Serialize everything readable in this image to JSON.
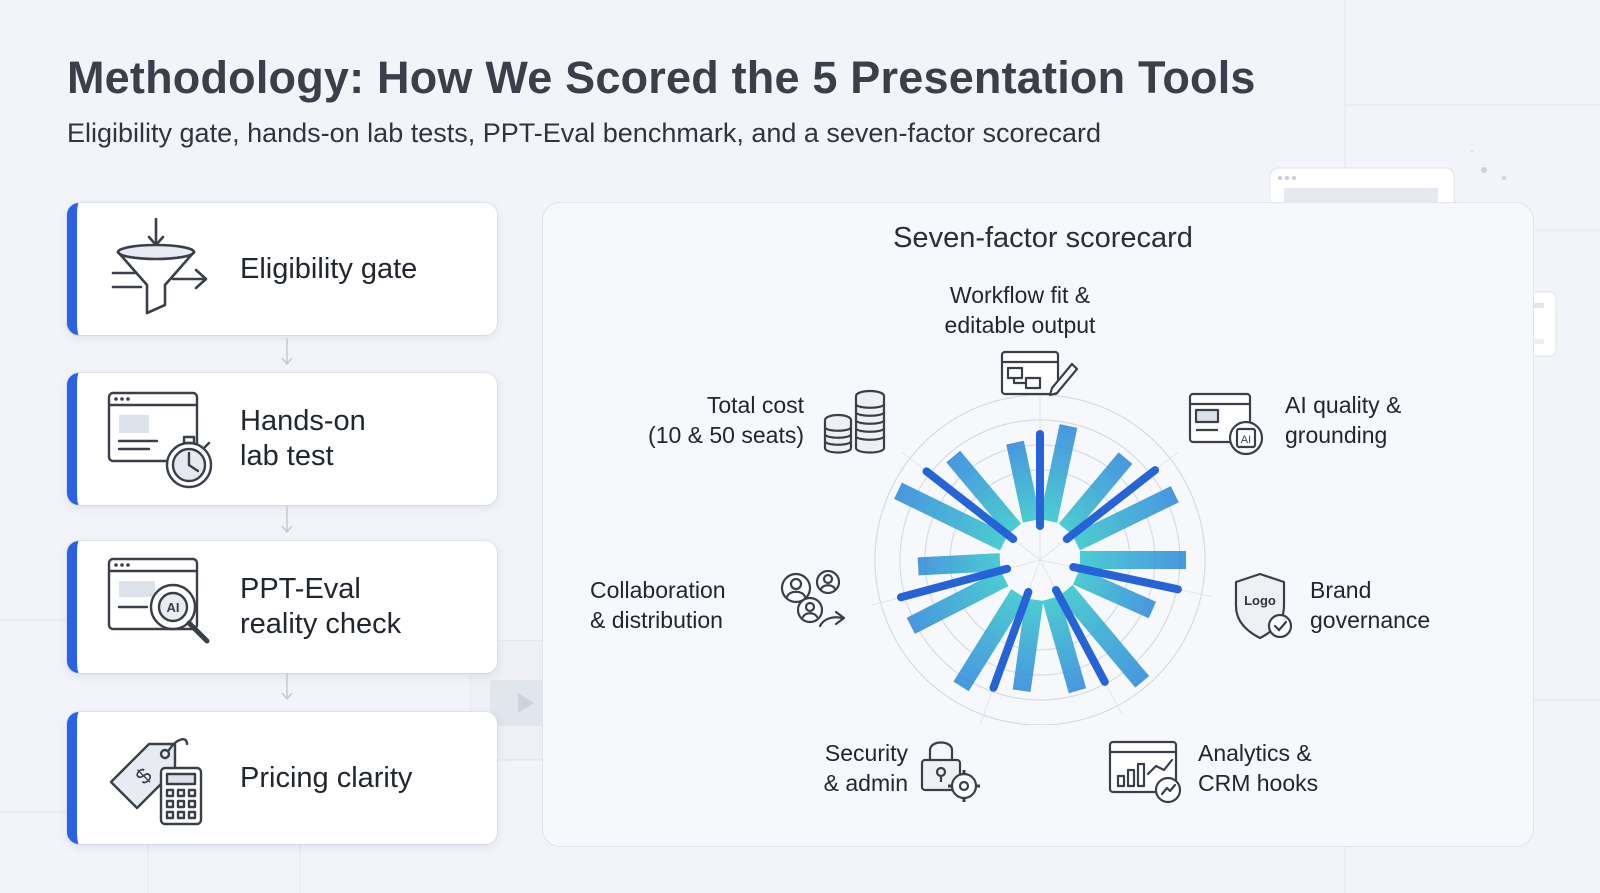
{
  "header": {
    "title": "Methodology: How We Scored the 5 Presentation Tools",
    "subtitle": "Eligibility gate, hands-on lab tests, PPT-Eval benchmark, and a seven-factor scorecard"
  },
  "steps": [
    {
      "label": "Eligibility gate",
      "icon": "funnel-arrow-icon"
    },
    {
      "label": "Hands-on\nlab test",
      "icon": "browser-stopwatch-icon"
    },
    {
      "label": "PPT-Eval\nreality check",
      "icon": "browser-ai-magnifier-icon"
    },
    {
      "label": "Pricing clarity",
      "icon": "price-tag-calculator-icon"
    }
  ],
  "scorecard": {
    "title": "Seven-factor scorecard",
    "factors": [
      {
        "label": "Workflow fit &\neditable output",
        "icon": "browser-edit-icon"
      },
      {
        "label": "AI quality &\ngrounding",
        "icon": "browser-ai-chip-icon",
        "chip_text": "AI"
      },
      {
        "label": "Brand\ngovernance",
        "icon": "shield-logo-icon",
        "badge_text": "Logo"
      },
      {
        "label": "Analytics &\nCRM hooks",
        "icon": "analytics-chart-icon"
      },
      {
        "label": "Security\n& admin",
        "icon": "lock-gear-icon"
      },
      {
        "label": "Collaboration\n& distribution",
        "icon": "users-share-icon"
      },
      {
        "label": "Total cost\n(10 & 50 seats)",
        "icon": "coin-stacks-icon"
      }
    ]
  },
  "colors": {
    "accent": "#2b62e3",
    "radar_dark": "#2563d6",
    "radar_teal": "#2ec4c9"
  }
}
